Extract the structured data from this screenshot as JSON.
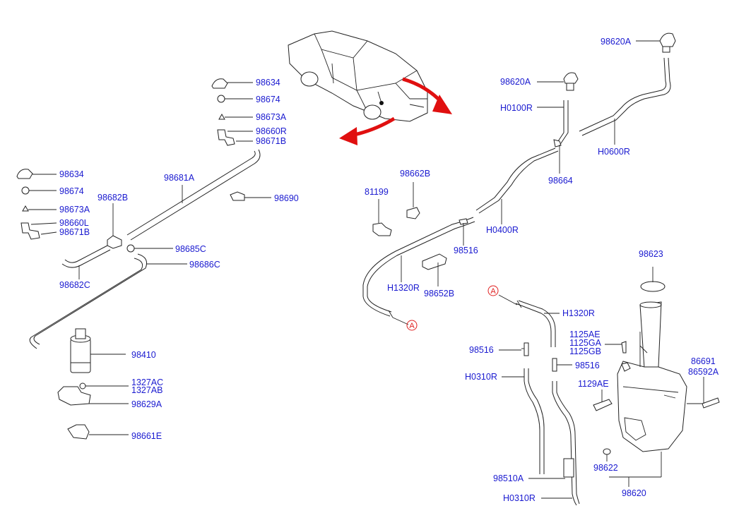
{
  "diagram": {
    "labels": [
      {
        "id": "98634_a",
        "text": "98634"
      },
      {
        "id": "98674_a",
        "text": "98674"
      },
      {
        "id": "98673A_a",
        "text": "98673A"
      },
      {
        "id": "98660R",
        "text": "98660R"
      },
      {
        "id": "98671B_a",
        "text": "98671B"
      },
      {
        "id": "98634_b",
        "text": "98634"
      },
      {
        "id": "98674_b",
        "text": "98674"
      },
      {
        "id": "98673A_b",
        "text": "98673A"
      },
      {
        "id": "98660L",
        "text": "98660L"
      },
      {
        "id": "98671B_b",
        "text": "98671B"
      },
      {
        "id": "98681A",
        "text": "98681A"
      },
      {
        "id": "98682B",
        "text": "98682B"
      },
      {
        "id": "98690",
        "text": "98690"
      },
      {
        "id": "98685C",
        "text": "98685C"
      },
      {
        "id": "98686C",
        "text": "98686C"
      },
      {
        "id": "98682C",
        "text": "98682C"
      },
      {
        "id": "98410",
        "text": "98410"
      },
      {
        "id": "1327AC",
        "text": "1327AC"
      },
      {
        "id": "1327AB",
        "text": "1327AB"
      },
      {
        "id": "98629A",
        "text": "98629A"
      },
      {
        "id": "98661E",
        "text": "98661E"
      },
      {
        "id": "98620A_a",
        "text": "98620A"
      },
      {
        "id": "98620A_b",
        "text": "98620A"
      },
      {
        "id": "H0100R",
        "text": "H0100R"
      },
      {
        "id": "H0600R",
        "text": "H0600R"
      },
      {
        "id": "98664",
        "text": "98664"
      },
      {
        "id": "98662B",
        "text": "98662B"
      },
      {
        "id": "81199",
        "text": "81199"
      },
      {
        "id": "H0400R",
        "text": "H0400R"
      },
      {
        "id": "98516_a",
        "text": "98516"
      },
      {
        "id": "H1320R_a",
        "text": "H1320R"
      },
      {
        "id": "98652B",
        "text": "98652B"
      },
      {
        "id": "98623",
        "text": "98623"
      },
      {
        "id": "H1320R_b",
        "text": "H1320R"
      },
      {
        "id": "1125AE",
        "text": "1125AE"
      },
      {
        "id": "1125GA",
        "text": "1125GA"
      },
      {
        "id": "1125GB",
        "text": "1125GB"
      },
      {
        "id": "98516_b",
        "text": "98516"
      },
      {
        "id": "98516_c",
        "text": "98516"
      },
      {
        "id": "86691",
        "text": "86691"
      },
      {
        "id": "86592A",
        "text": "86592A"
      },
      {
        "id": "H0310R_a",
        "text": "H0310R"
      },
      {
        "id": "1129AE",
        "text": "1129AE"
      },
      {
        "id": "98622",
        "text": "98622"
      },
      {
        "id": "98510A",
        "text": "98510A"
      },
      {
        "id": "98620",
        "text": "98620"
      },
      {
        "id": "H0310R_b",
        "text": "H0310R"
      }
    ],
    "refs": [
      {
        "id": "ref_a1",
        "text": "A"
      },
      {
        "id": "ref_a2",
        "text": "A"
      }
    ],
    "colors": {
      "label": "#1a1ad0",
      "ref": "#e02020",
      "arrow": "#e01010",
      "line": "#222222"
    }
  }
}
